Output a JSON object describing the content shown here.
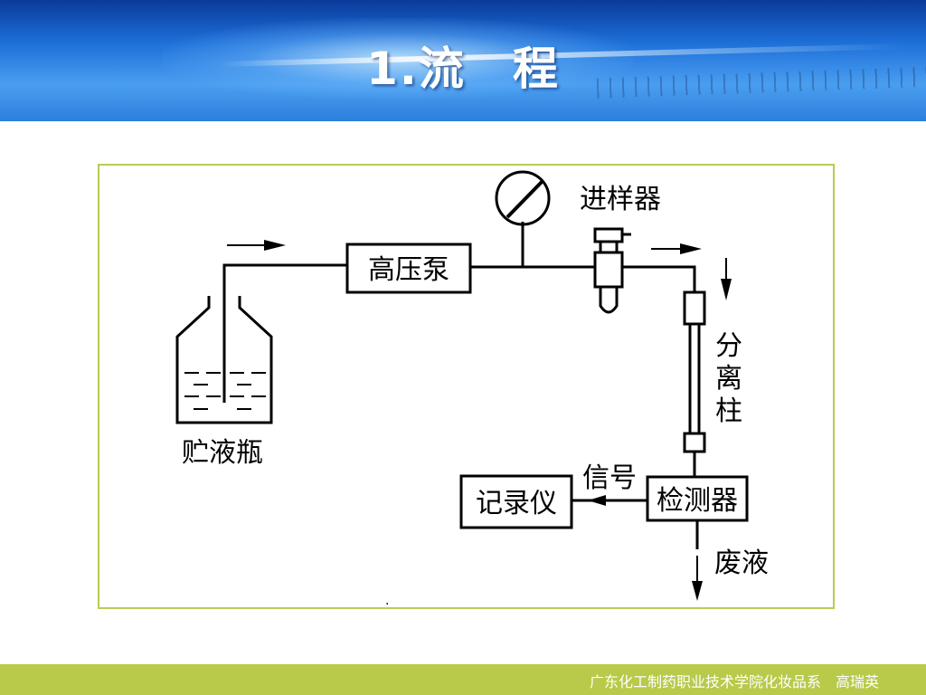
{
  "header": {
    "title": "1.流　程"
  },
  "diagram": {
    "reservoir_label": "贮液瓶",
    "pump_label": "高压泵",
    "injector_label": "进样器",
    "column_label_chars": [
      "分",
      "离",
      "柱"
    ],
    "detector_label": "检测器",
    "signal_label": "信号",
    "recorder_label": "记录仪",
    "waste_label": "废液",
    "dot": "."
  },
  "footer": {
    "text": "广东化工制药职业技术学院化妆品系　高瑞英"
  }
}
